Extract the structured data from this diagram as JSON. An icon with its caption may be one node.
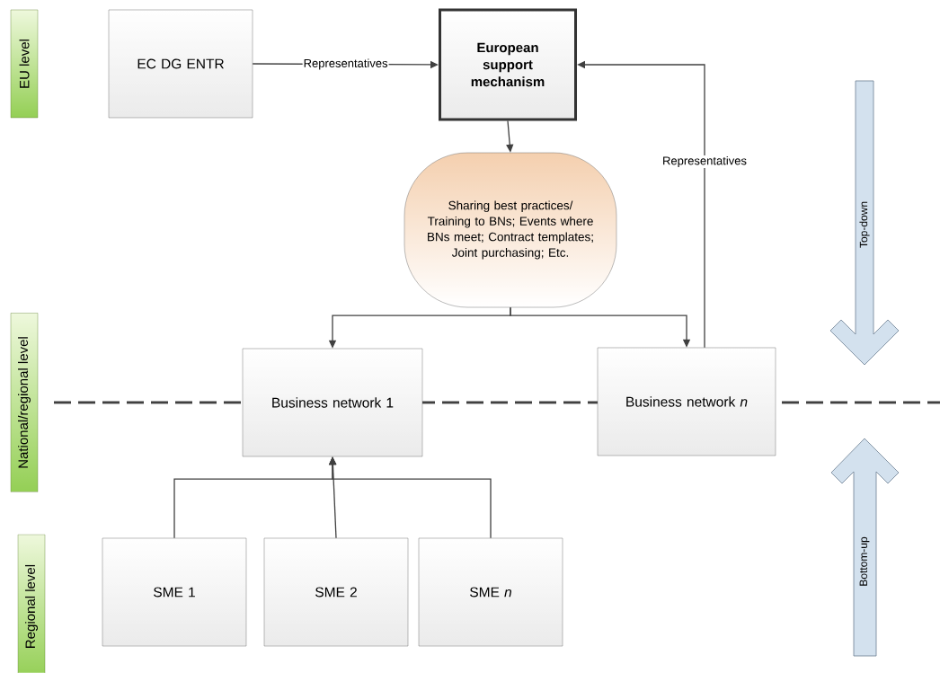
{
  "diagram": {
    "nodes": [
      {
        "text": [
          "EU level"
        ]
      },
      {
        "text": [
          "National/regional level"
        ]
      },
      {
        "text": [
          "Regional level"
        ]
      },
      {
        "text": [
          "EC DG ENTR"
        ]
      },
      {
        "text": [
          "European support mechanism"
        ]
      },
      {
        "text": [
          "Sharing best practices/ Training to BNs; Events where BNs meet; Contract templates; Joint purchasing; Etc."
        ]
      },
      {
        "text": [
          "Business network 1"
        ]
      },
      {
        "text": [
          "Business network *n*"
        ]
      },
      {
        "text": [
          "SME 1"
        ]
      },
      {
        "text": [
          "SME 2"
        ]
      },
      {
        "text": [
          "SME *n*"
        ]
      },
      {
        "text": [
          "Top-down"
        ]
      },
      {
        "text": [
          "Bottom-up"
        ]
      }
    ],
    "edges": [
      {
        "from": 3,
        "to": 4,
        "arrow": "to",
        "label": "Representatives"
      },
      {
        "from": 4,
        "to": 5,
        "arrow": "to"
      },
      {
        "from": 5,
        "to": 6,
        "arrow": "to"
      },
      {
        "from": 5,
        "to": 7,
        "arrow": "to"
      },
      {
        "from": 7,
        "to": 4,
        "arrow": "to",
        "label": "Representatives"
      },
      {
        "from": 8,
        "to": 6,
        "arrow": "to"
      },
      {
        "from": 9,
        "to": 6,
        "arrow": "to"
      },
      {
        "from": 10,
        "to": 6,
        "arrow": "to"
      }
    ]
  }
}
